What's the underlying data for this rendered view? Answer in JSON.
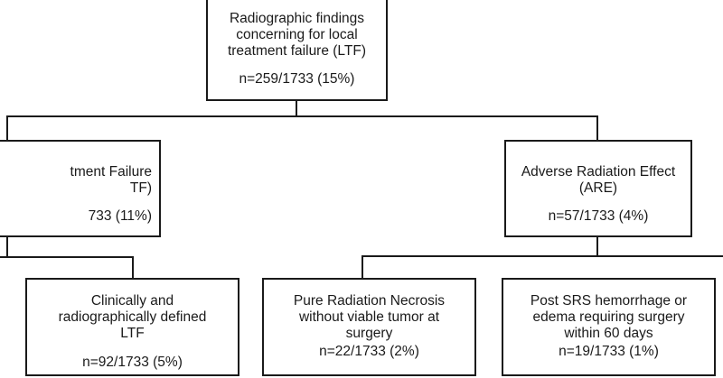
{
  "nodes": {
    "top": {
      "lines": [
        "Radiographic findings",
        "concerning for local",
        "treatment failure (LTF)"
      ],
      "count": "n=259/1733 (15%)"
    },
    "ltf": {
      "lines": [
        "tment Failure",
        "TF)"
      ],
      "count": "733 (11%)"
    },
    "are": {
      "lines": [
        "Adverse Radiation Effect",
        "(ARE)"
      ],
      "count": "n=57/1733 (4%)"
    },
    "clinical": {
      "lines": [
        "Clinically and",
        "radiographically defined",
        "LTF"
      ],
      "count": "n=92/1733 (5%)"
    },
    "necrosis": {
      "lines": [
        "Pure Radiation Necrosis",
        "without viable tumor at",
        "surgery"
      ],
      "count": "n=22/1733 (2%)"
    },
    "hemorrhage": {
      "lines": [
        "Post SRS hemorrhage or",
        "edema requiring surgery",
        "within 60 days"
      ],
      "count": "n=19/1733 (1%)"
    }
  }
}
